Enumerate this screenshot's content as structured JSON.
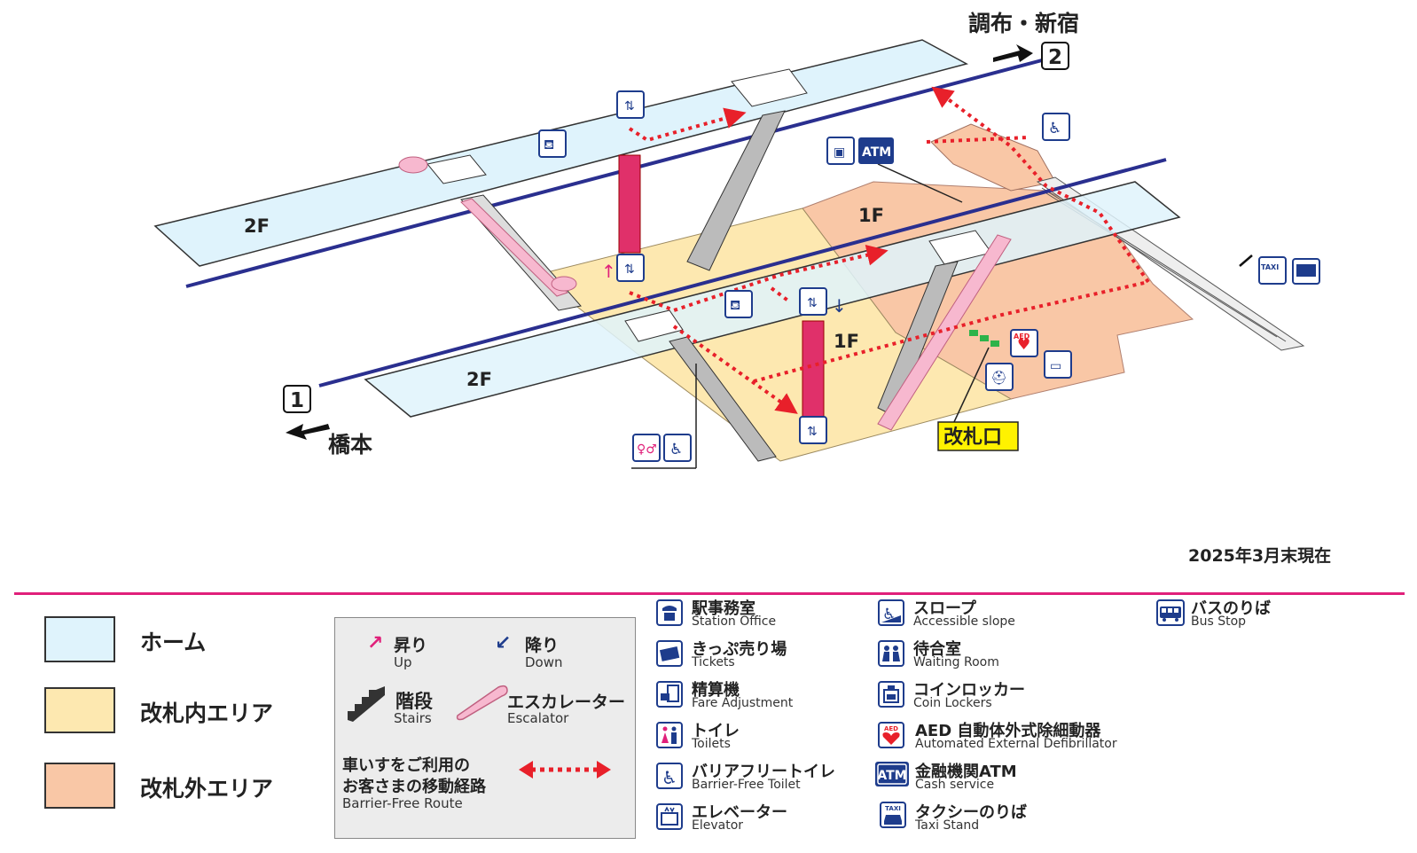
{
  "map": {
    "direction_up": "調布・新宿",
    "direction_up_number": "2",
    "direction_down": "橋本",
    "direction_down_number": "1",
    "floor_2f": "2F",
    "floor_1f": "1F",
    "gate_label": "改札口",
    "atm_label": "ATM",
    "taxi_label": "TAXI",
    "aed_label": "AED"
  },
  "as_of": "2025年3月末現在",
  "legend_areas": [
    {
      "label": "ホーム",
      "color": "#dff3fc"
    },
    {
      "label": "改札内エリア",
      "color": "#fde8b0"
    },
    {
      "label": "改札外エリア",
      "color": "#f9c7a6"
    }
  ],
  "legend_box": {
    "up_jp": "昇り",
    "up_en": "Up",
    "down_jp": "降り",
    "down_en": "Down",
    "stairs_jp": "階段",
    "stairs_en": "Stairs",
    "escalator_jp": "エスカレーター",
    "escalator_en": "Escalator",
    "route_jp1": "車いすをご利用の",
    "route_jp2": "お客さまの移動経路",
    "route_en": "Barrier-Free Route"
  },
  "facilities": [
    {
      "jp": "駅事務室",
      "en": "Station Office",
      "icon": "station-office-icon"
    },
    {
      "jp": "きっぷ売り場",
      "en": "Tickets",
      "icon": "tickets-icon"
    },
    {
      "jp": "精算機",
      "en": "Fare Adjustment",
      "icon": "fare-adjustment-icon"
    },
    {
      "jp": "トイレ",
      "en": "Toilets",
      "icon": "toilets-icon"
    },
    {
      "jp": "バリアフリートイレ",
      "en": "Barrier-Free Toilet",
      "icon": "barrier-free-toilet-icon"
    },
    {
      "jp": "エレベーター",
      "en": "Elevator",
      "icon": "elevator-icon"
    },
    {
      "jp": "スロープ",
      "en": "Accessible slope",
      "icon": "slope-icon"
    },
    {
      "jp": "待合室",
      "en": "Waiting Room",
      "icon": "waiting-room-icon"
    },
    {
      "jp": "コインロッカー",
      "en": "Coin Lockers",
      "icon": "coin-locker-icon"
    },
    {
      "jp": "AED 自動体外式除細動器",
      "en": "Automated External Defibrillator",
      "icon": "aed-icon"
    },
    {
      "jp": "金融機関ATM",
      "en": "Cash service",
      "icon": "atm-icon"
    },
    {
      "jp": "タクシーのりば",
      "en": "Taxi Stand",
      "icon": "taxi-icon"
    },
    {
      "jp": "バスのりば",
      "en": "Bus Stop",
      "icon": "bus-icon"
    }
  ],
  "colors": {
    "accent": "#e0207a",
    "icon_blue": "#1e3c8c",
    "track": "#2a2f8f",
    "route": "#e8202a",
    "gate": "#fff200"
  }
}
